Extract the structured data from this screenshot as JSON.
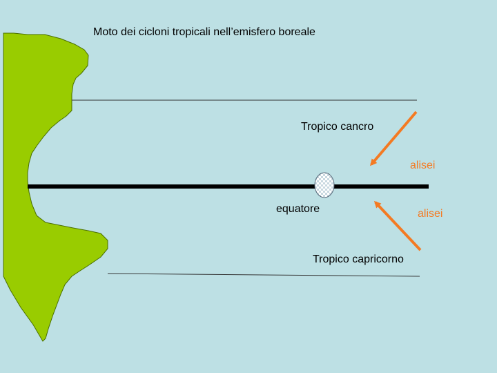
{
  "title": "Moto dei cicloni tropicali nell’emisfero boreale",
  "labels": {
    "tropic_cancer": "Tropico cancro",
    "equator": "equatore",
    "tropic_capricorn": "Tropico capricorno",
    "trade_winds_north": "alisei",
    "trade_winds_south": "alisei"
  },
  "colors": {
    "background": "#bde0e4",
    "land": "#99cc00",
    "equator_line": "#000000",
    "tropic_lines": "#333333",
    "arrows": "#f47a22",
    "trade_wind_text": "#f47a22"
  },
  "icons": {
    "cyclone_marker": "checkered-oval-icon"
  }
}
